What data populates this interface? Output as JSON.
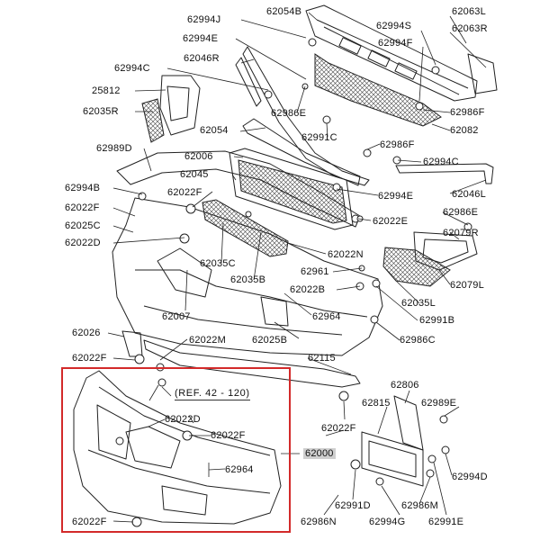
{
  "diagram": {
    "highlight_color": "#d32a2a",
    "reference_note": "(REF. 42 - 120)",
    "labels": [
      {
        "id": "62994J",
        "text": "62994J"
      },
      {
        "id": "62054B",
        "text": "62054B"
      },
      {
        "id": "62063L",
        "text": "62063L"
      },
      {
        "id": "62994S",
        "text": "62994S"
      },
      {
        "id": "62063R",
        "text": "62063R"
      },
      {
        "id": "62994E_top",
        "text": "62994E"
      },
      {
        "id": "62994F_top",
        "text": "62994F"
      },
      {
        "id": "62994C_top",
        "text": "62994C"
      },
      {
        "id": "62046R",
        "text": "62046R"
      },
      {
        "id": "25812",
        "text": "25812"
      },
      {
        "id": "62035R",
        "text": "62035R"
      },
      {
        "id": "62986E_mid",
        "text": "62986E"
      },
      {
        "id": "62986F_right",
        "text": "62986F"
      },
      {
        "id": "62054",
        "text": "62054"
      },
      {
        "id": "62991C",
        "text": "62991C"
      },
      {
        "id": "62082",
        "text": "62082"
      },
      {
        "id": "62989D",
        "text": "62989D"
      },
      {
        "id": "62986F_mid",
        "text": "62986F"
      },
      {
        "id": "62006",
        "text": "62006"
      },
      {
        "id": "62994C_right",
        "text": "62994C"
      },
      {
        "id": "62045",
        "text": "62045"
      },
      {
        "id": "62994B",
        "text": "62994B"
      },
      {
        "id": "62022F_a",
        "text": "62022F"
      },
      {
        "id": "62994E_mid",
        "text": "62994E"
      },
      {
        "id": "62046L",
        "text": "62046L"
      },
      {
        "id": "62022F_b",
        "text": "62022F"
      },
      {
        "id": "62986E_right",
        "text": "62986E"
      },
      {
        "id": "62025C",
        "text": "62025C"
      },
      {
        "id": "62022E",
        "text": "62022E"
      },
      {
        "id": "62079R",
        "text": "62079R"
      },
      {
        "id": "62022D_a",
        "text": "62022D"
      },
      {
        "id": "62022N",
        "text": "62022N"
      },
      {
        "id": "62035C",
        "text": "62035C"
      },
      {
        "id": "62961",
        "text": "62961"
      },
      {
        "id": "62079L",
        "text": "62079L"
      },
      {
        "id": "62035B",
        "text": "62035B"
      },
      {
        "id": "62022B",
        "text": "62022B"
      },
      {
        "id": "62035L",
        "text": "62035L"
      },
      {
        "id": "62007",
        "text": "62007"
      },
      {
        "id": "62964_top",
        "text": "62964"
      },
      {
        "id": "62991B",
        "text": "62991B"
      },
      {
        "id": "62026",
        "text": "62026"
      },
      {
        "id": "62025B",
        "text": "62025B"
      },
      {
        "id": "62022M",
        "text": "62022M"
      },
      {
        "id": "62986C",
        "text": "62986C"
      },
      {
        "id": "62022F_c",
        "text": "62022F"
      },
      {
        "id": "62115",
        "text": "62115"
      },
      {
        "id": "62806",
        "text": "62806"
      },
      {
        "id": "62815",
        "text": "62815"
      },
      {
        "id": "62989E",
        "text": "62989E"
      },
      {
        "id": "62022D_b",
        "text": "62022D"
      },
      {
        "id": "62022F_d",
        "text": "62022F"
      },
      {
        "id": "62022F_e",
        "text": "62022F"
      },
      {
        "id": "62000",
        "text": "62000",
        "highlighted": true
      },
      {
        "id": "62964_bottom",
        "text": "62964"
      },
      {
        "id": "62994D",
        "text": "62994D"
      },
      {
        "id": "62991D",
        "text": "62991D"
      },
      {
        "id": "62986M",
        "text": "62986M"
      },
      {
        "id": "62022F_f",
        "text": "62022F"
      },
      {
        "id": "62986N",
        "text": "62986N"
      },
      {
        "id": "62994G",
        "text": "62994G"
      },
      {
        "id": "62991E",
        "text": "62991E"
      }
    ]
  }
}
